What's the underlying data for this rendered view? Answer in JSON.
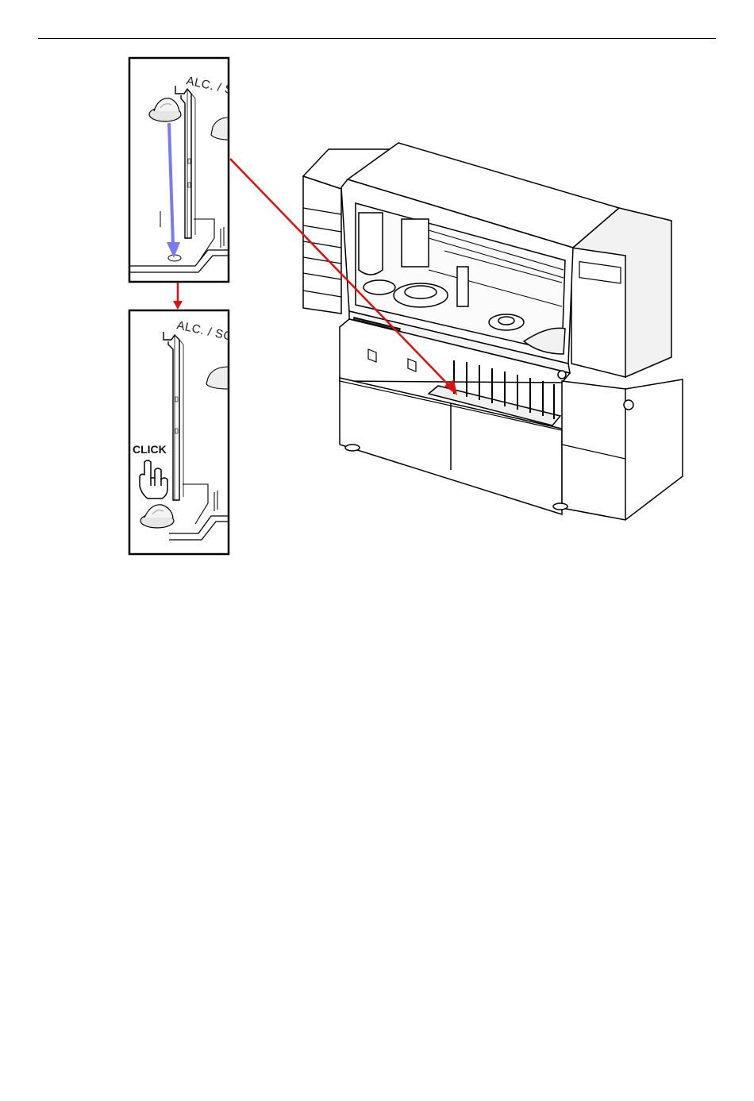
{
  "panels": {
    "top": {
      "label": "ALC. / SC"
    },
    "bottom": {
      "label": "ALC. / SC",
      "action": "CLICK"
    }
  },
  "colors": {
    "line": "#000000",
    "pointer_arrow": "#dd1111",
    "motion_arrow": "#7b7bf0",
    "panel_border": "#000000",
    "shading": "#d9d9d9"
  },
  "icons": [
    "hand-pointer-icon",
    "down-arrow-icon",
    "pointer-arrow-icon"
  ]
}
